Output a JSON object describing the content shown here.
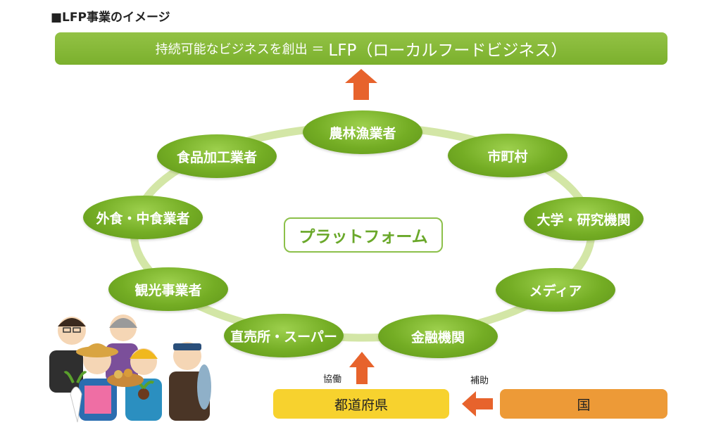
{
  "caption": "■LFP事業のイメージ",
  "banner": {
    "text": "持続可能なビジネスを創出 ＝",
    "lfp": "LFP（ローカルフードビジネス）"
  },
  "ring_nodes": [
    "農林漁業者",
    "市町村",
    "大学・研究機関",
    "メディア",
    "金融機関",
    "直売所・スーパー",
    "観光事業者",
    "外食・中食業者",
    "食品加工業者"
  ],
  "platform": "プラットフォーム",
  "prefecture": "都道府県",
  "nation": "国",
  "label_collab": "協働",
  "label_subsidy": "補助",
  "colors": {
    "node_green": "#74ad24",
    "ring_green": "#d3e6a6",
    "arrow_orange": "#e7632c",
    "pref_yellow": "#f7d22e",
    "nation_orange": "#ed9a37"
  }
}
